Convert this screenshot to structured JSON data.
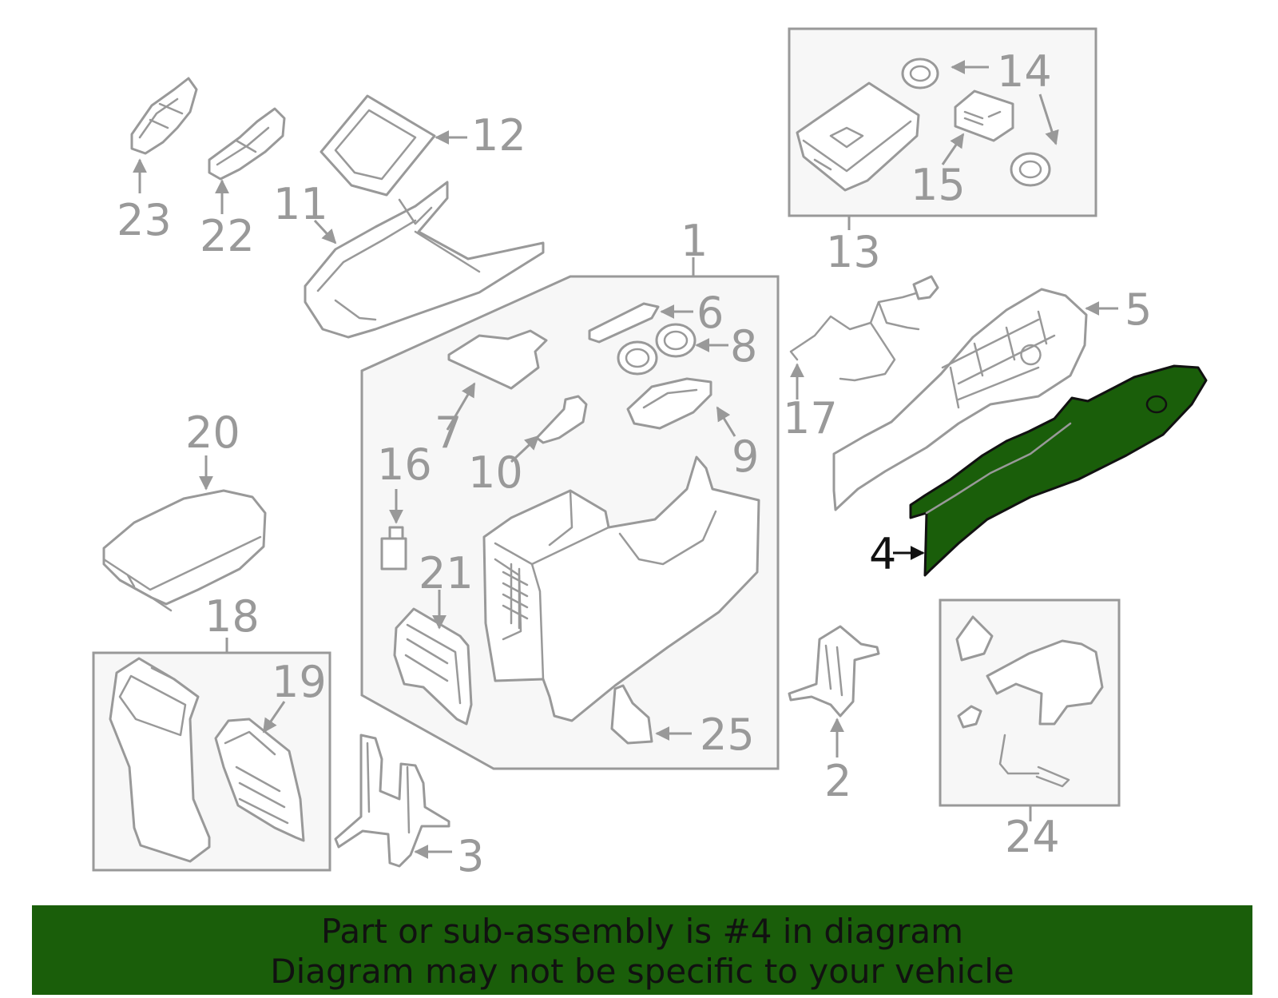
{
  "diagram": {
    "highlighted_part": "4",
    "highlight_color": "#1a5e0a",
    "line_color": "#999999",
    "callouts": {
      "c1": "1",
      "c2": "2",
      "c3": "3",
      "c4": "4",
      "c5": "5",
      "c6": "6",
      "c7": "7",
      "c8": "8",
      "c9": "9",
      "c10": "10",
      "c11": "11",
      "c12": "12",
      "c13": "13",
      "c14": "14",
      "c15": "15",
      "c16": "16",
      "c17": "17",
      "c18": "18",
      "c19": "19",
      "c20": "20",
      "c21": "21",
      "c22": "22",
      "c23": "23",
      "c24": "24",
      "c25": "25"
    }
  },
  "banner": {
    "line1": "Part or sub-assembly is #4 in diagram",
    "line2": "Diagram may not be specific to your vehicle"
  }
}
